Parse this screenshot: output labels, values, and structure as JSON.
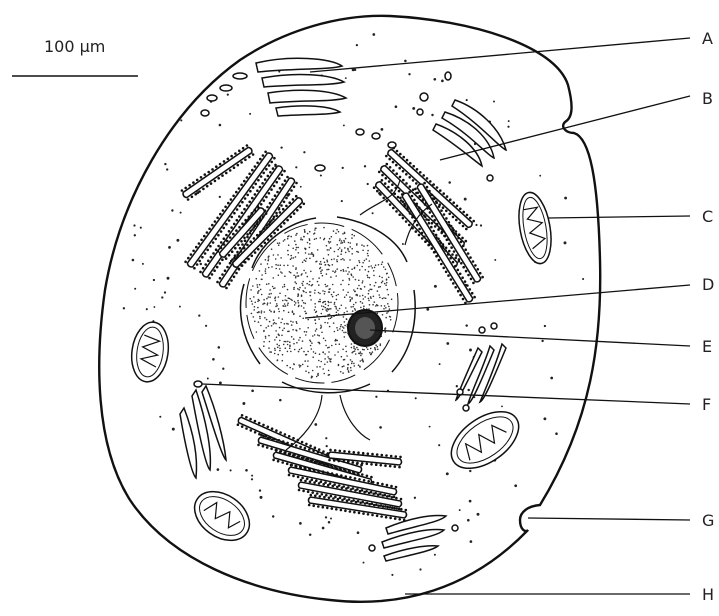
{
  "scale_bar": {
    "text": "100 µm"
  },
  "labels": [
    "A",
    "B",
    "C",
    "D",
    "E",
    "F",
    "G",
    "H"
  ]
}
